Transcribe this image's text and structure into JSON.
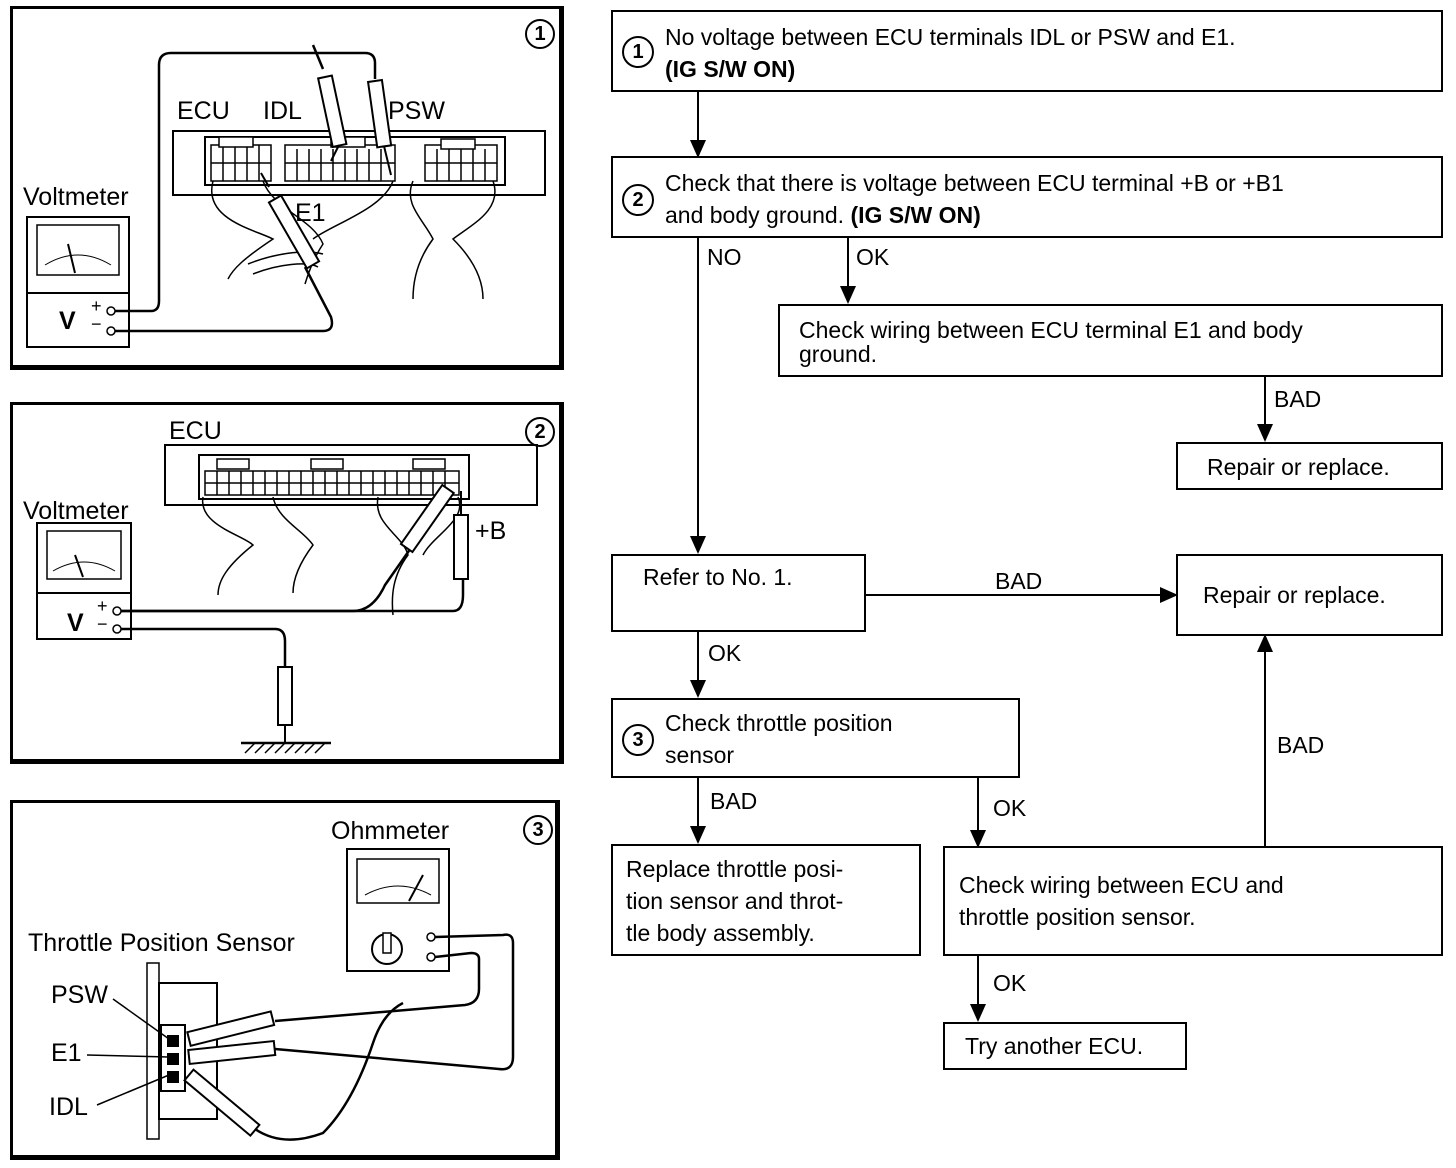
{
  "panels": [
    {
      "number": "1",
      "labels": {
        "ecu": "ECU",
        "idl": "IDL",
        "psw": "PSW",
        "e1": "E1",
        "voltmeter": "Voltmeter",
        "v": "V",
        "plus": "+",
        "minus": "−"
      }
    },
    {
      "number": "2",
      "labels": {
        "ecu": "ECU",
        "voltmeter": "Voltmeter",
        "v": "V",
        "plus": "+",
        "minus": "−",
        "b": "+B"
      }
    },
    {
      "number": "3",
      "labels": {
        "ohmmeter": "Ohmmeter",
        "sensor": "Throttle Position Sensor",
        "psw": "PSW",
        "e1": "E1",
        "idl": "IDL"
      }
    }
  ],
  "flowchart": {
    "step1": {
      "number": "1",
      "line1": "No voltage between ECU terminals IDL or PSW and E1.",
      "line2": "(IG S/W ON)"
    },
    "step2": {
      "number": "2",
      "line1": "Check that there is voltage between ECU terminal +B or +B1",
      "line2a": "and body ground. ",
      "line2b": "(IG S/W ON)"
    },
    "check_e1": {
      "line1": "Check wiring between ECU terminal E1 and body",
      "line2": "ground."
    },
    "repair1": {
      "text": "Repair or replace."
    },
    "refer": {
      "text": "Refer to No. 1."
    },
    "repair2": {
      "text": "Repair or replace."
    },
    "step3": {
      "number": "3",
      "line1": "Check throttle position",
      "line2": "sensor"
    },
    "replace_tps": {
      "line1": "Replace throttle posi-",
      "line2": "tion sensor and throt-",
      "line3": "tle body assembly."
    },
    "check_wiring": {
      "line1": "Check wiring between ECU and",
      "line2": "throttle position sensor."
    },
    "try_ecu": {
      "text": "Try another ECU."
    },
    "edges": {
      "no": "NO",
      "ok_step2": "OK",
      "bad_e1": "BAD",
      "bad_refer": "BAD",
      "ok_refer": "OK",
      "bad_step3": "BAD",
      "ok_step3": "OK",
      "bad_wiring": "BAD",
      "ok_wiring": "OK"
    }
  }
}
